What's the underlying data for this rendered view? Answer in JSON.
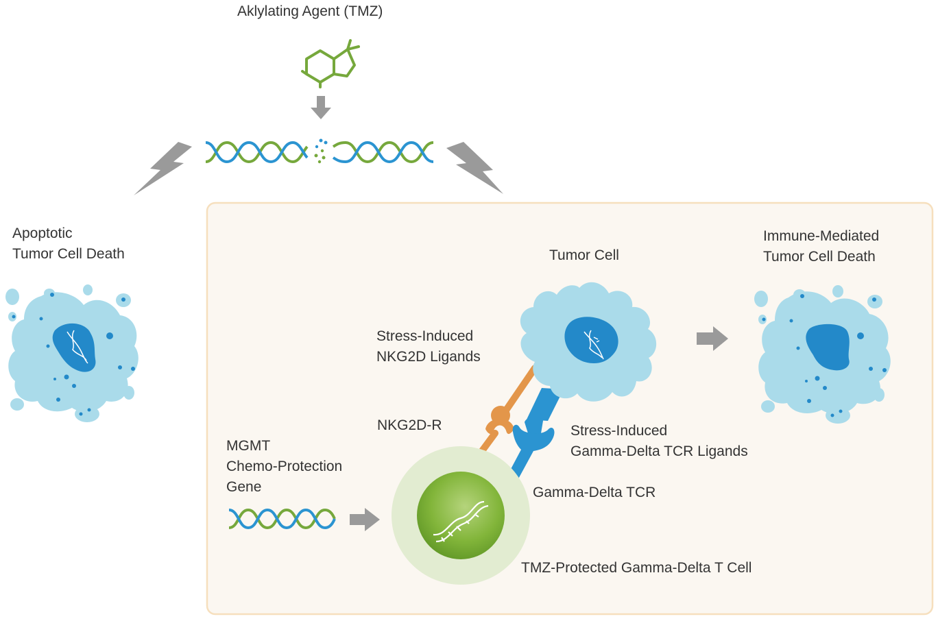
{
  "colors": {
    "green": "#76a83c",
    "blue": "#2b94d1",
    "light_blue": "#aadbea",
    "nucleus_blue": "#2389c9",
    "orange": "#e3964a",
    "gray_arrow": "#9a9a9a",
    "panel_fill": "#fbf7f1",
    "panel_border": "#f6dfbd",
    "tcell_halo": "#e2ecd1",
    "tcell_core": "#78b032"
  },
  "labels": {
    "top_title": "Aklylating Agent (TMZ)",
    "apoptotic": [
      "Apoptotic",
      "Tumor Cell Death"
    ],
    "tumor_cell": "Tumor Cell",
    "immune_mediated": [
      "Immune-Mediated",
      "Tumor Cell Death"
    ],
    "nkg2d_ligands": [
      "Stress-Induced",
      "NKG2D Ligands"
    ],
    "nkg2d_r": "NKG2D-R",
    "gamma_delta_ligands": [
      "Stress-Induced",
      "Gamma-Delta TCR Ligands"
    ],
    "mgmt": [
      "MGMT",
      "Chemo-Protection",
      "Gene"
    ],
    "gamma_delta_tcr": "Gamma-Delta TCR",
    "tmz_protected": "TMZ-Protected Gamma-Delta T Cell"
  },
  "icons": {
    "molecule": "tmz-molecule-icon",
    "dna": "dna-helix-icon",
    "lightning": "lightning-bolt-icon",
    "arrow": "gray-arrow-icon"
  }
}
